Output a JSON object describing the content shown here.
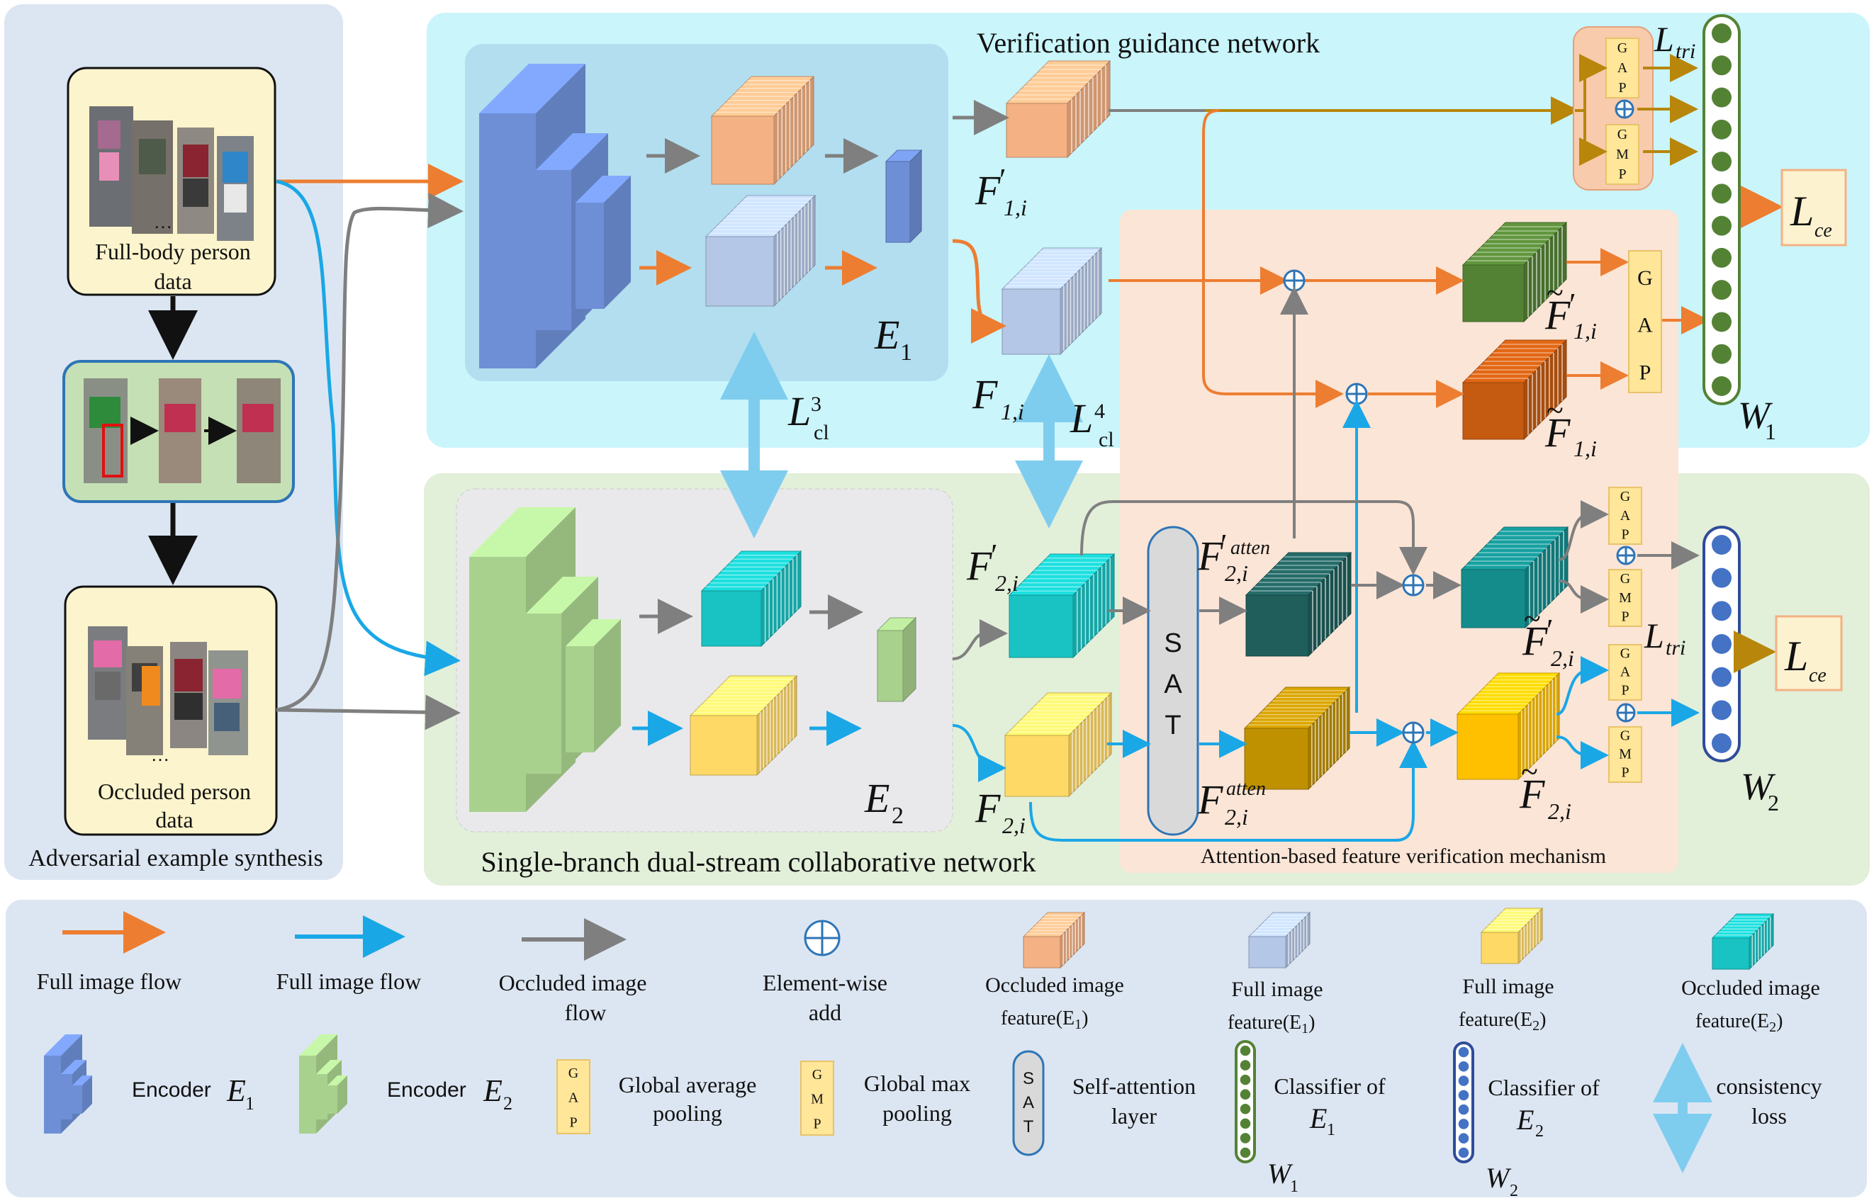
{
  "panels": {
    "synthesis": "Adversarial example synthesis",
    "verification": "Verification guidance network",
    "collaborative": "Single-branch dual-stream collaborative network",
    "attention": "Attention-based feature verification mechanism"
  },
  "inputs": {
    "full_l1": "Full-body person",
    "full_l2": "data",
    "occ_l1": "Occluded person",
    "occ_l2": "data",
    "ellipsis": "…"
  },
  "blocks": {
    "gap": [
      "G",
      "A",
      "P"
    ],
    "gmp": [
      "G",
      "M",
      "P"
    ],
    "sat": [
      "S",
      "A",
      "T"
    ]
  },
  "math": {
    "E": "E",
    "F": "F",
    "L": "L",
    "W": "W",
    "one": "1",
    "two": "2",
    "three": "3",
    "four": "4",
    "cl": "cl",
    "tri": "tri",
    "ce": "ce",
    "atten": "atten",
    "sub_1i": "1,i",
    "sub_2i": "2,i",
    "prime": "′",
    "tilde": "~"
  },
  "legend": {
    "orange_flow": "Full  image flow",
    "blue_flow": "Full  image flow",
    "gray_flow_l1": "Occluded  image",
    "gray_flow_l2": "flow",
    "add_l1": "Element-wise",
    "add_l2": "add",
    "occ_feat_e1_l1": "Occluded image",
    "occ_feat_e1_l2": "feature(E",
    "full_feat_e1_l1": "Full image",
    "full_feat_e1_l2": "feature(E",
    "full_feat_e2_l1": "Full image",
    "full_feat_e2_l2": "feature(E",
    "occ_feat_e2_l1": "Occluded image",
    "occ_feat_e2_l2": "feature(E",
    "close_paren": ")",
    "encoder": "Encoder",
    "gap_l1": "Global average",
    "gap_l2": "pooling",
    "gmp_l1": "Global max",
    "gmp_l2": "pooling",
    "sat_l1": "Self-attention",
    "sat_l2": "layer",
    "cls_l1": "Classifier of",
    "consistency_l1": "consistency",
    "consistency_l2": "loss"
  },
  "colors": {
    "orange": "#ED7D31",
    "blue": "#1AA7E6",
    "gray": "#7F7F7F",
    "gold": "#B8860B",
    "encoder1": "#6E8FD6",
    "encoder2": "#A9D18E",
    "feat_orange": "#F4B183",
    "feat_blue": "#B4C7E7",
    "feat_yellow": "#FFD966",
    "feat_teal": "#19C3C3",
    "dark_green": "#548235",
    "dark_orange": "#C55A11",
    "dark_teal": "#1F5E5B",
    "teal": "#148C8C",
    "ochre": "#BF9000",
    "amber": "#FFC000"
  }
}
